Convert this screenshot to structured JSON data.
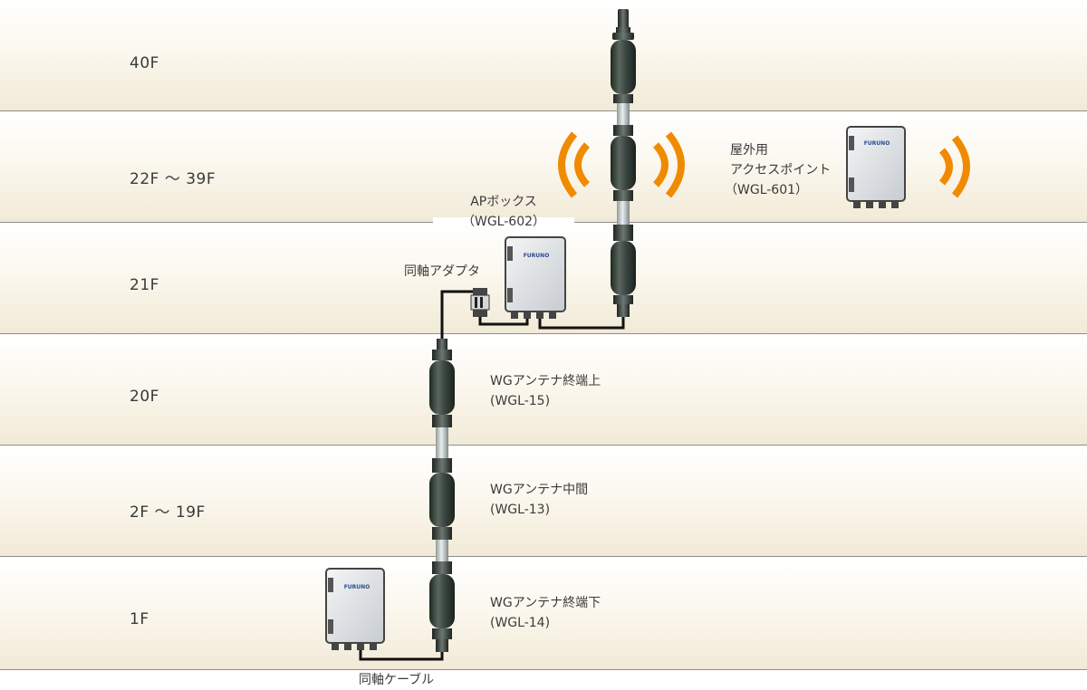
{
  "floors": [
    "40F",
    "22F ～ 39F",
    "21F",
    "20F",
    "2F ～ 19F",
    "1F"
  ],
  "labels": {
    "outdoor_ap_line1": "屋外用",
    "outdoor_ap_line2": "アクセスポイント",
    "outdoor_ap_line3": "（WGL-601）",
    "ap_box_line1": "APボックス",
    "ap_box_line2": "（WGL-602）",
    "coax_adapter": "同軸アダプタ",
    "ant_top_line1": "WGアンテナ終端上",
    "ant_top_line2": "(WGL-15)",
    "ant_mid_line1": "WGアンテナ中間",
    "ant_mid_line2": "(WGL-13)",
    "ant_bottom_line1": "WGアンテナ終端下",
    "ant_bottom_line2": "(WGL-14)",
    "coax_cable": "同軸ケーブル"
  },
  "brand": "FURUNO",
  "colors": {
    "signal": "#f08a00",
    "antenna": "#3e4a44",
    "cable": "#111111",
    "brand": "#2a4d8f"
  }
}
